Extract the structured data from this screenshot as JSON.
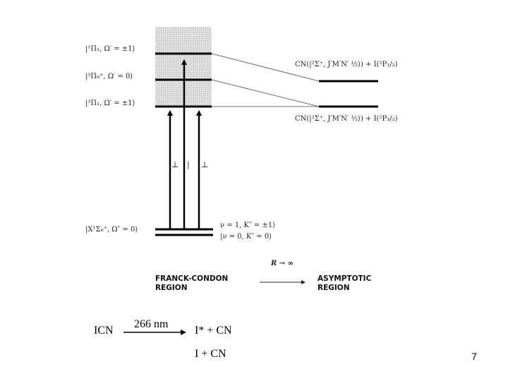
{
  "states": {
    "upper_1": "|¹Π₁, Ω′ = ±1⟩",
    "upper_2": "|³Π₀⁺, Ω′ = 0⟩",
    "upper_3": "|³Π₁, Ω′ = ±1⟩",
    "ground_1": "|X¹Σ₀⁺, Ω″ = 0⟩",
    "ground_2a": "ν = 1, K″ = ±1⟩",
    "ground_2b": "|ν = 0, K″ = 0⟩"
  },
  "products": {
    "upper": "CN(|²Σ⁺, J′M′N′ ½⟩) + I(²P₁/₂)",
    "lower": "CN(|²Σ⁺, J′M′N′ ½⟩) + I(²P₃/₂)"
  },
  "polarization": {
    "left": "⊥",
    "middle": "|",
    "right": "⊥"
  },
  "regions": {
    "fc_line1": "FRANCK-CONDON",
    "fc_line2": "REGION",
    "asym_line1": "ASYMPTOTIC",
    "asym_line2": "REGION",
    "r_label": "R → ∞"
  },
  "reaction": {
    "reactant": "ICN",
    "wavelength": "266 nm",
    "product1": "I* + CN",
    "product2": "I  + CN"
  },
  "page_number": "7"
}
